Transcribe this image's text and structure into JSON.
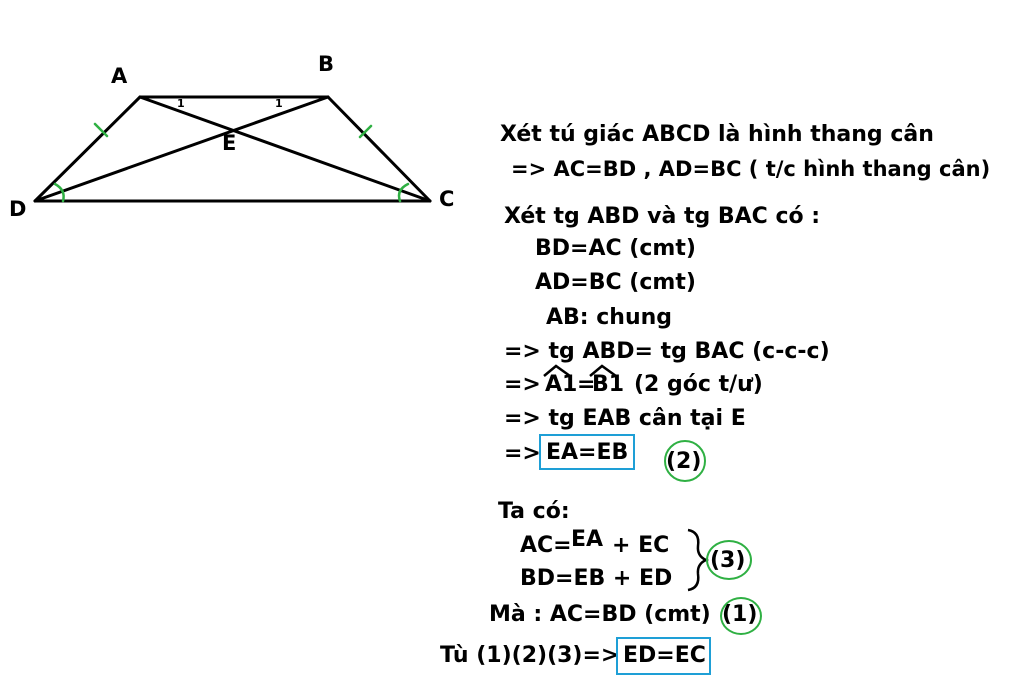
{
  "figure": {
    "points": {
      "A": "A",
      "B": "B",
      "C": "C",
      "D": "D",
      "E": "E"
    },
    "angle_marks": {
      "a1": "1",
      "b1": "1"
    },
    "line_color": "#000000",
    "tick_color": "#2fb043"
  },
  "proof": {
    "l1": "Xét tú giác ABCD là hình thang cân",
    "l2": "=> AC=BD , AD=BC ( t/c hình thang cân)",
    "l3": "Xét tg ABD và tg BAC có :",
    "l4": "BD=AC (cmt)",
    "l5": "AD=BC (cmt)",
    "l6": "AB: chung",
    "l7": "=> tg ABD= tg BAC (c-c-c)",
    "l8_prefix": "=>",
    "l8_a1": "A1",
    "l8_eq": "=",
    "l8_b1": "B1",
    "l8_rest": "(2 góc t/ư)",
    "l9": "=> tg EAB cân tại E",
    "l10_prefix": "=>",
    "l10_boxed": "EA=EB",
    "l10_tag": "(2)",
    "l11": "Ta có:",
    "l12_a": "AC=",
    "l12_b": "EA",
    "l12_c": "+ EC",
    "l13": "BD=EB + ED",
    "l13_tag": "(3)",
    "l14": "Mà : AC=BD (cmt)",
    "l14_tag": "(1)",
    "l15": "Tù (1)(2)(3)=>",
    "l15_boxed": "ED=EC"
  },
  "colors": {
    "box": "#1e9fd6",
    "circle": "#2fb043"
  }
}
